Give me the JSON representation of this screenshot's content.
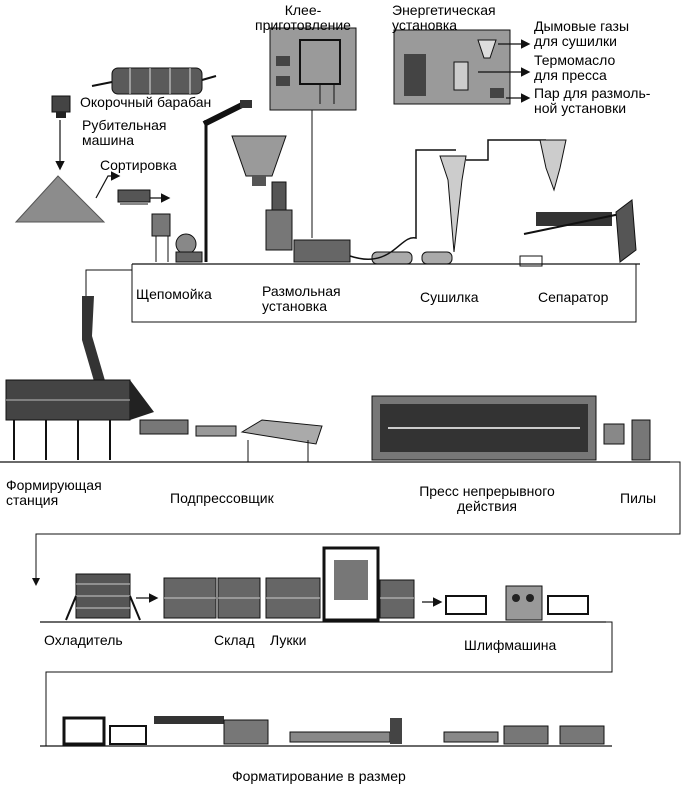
{
  "labels": {
    "klee": "Клее-\nприготовление",
    "energy": "Энергетическая\nустановка",
    "smoke": "Дымовые газы\nдля сушилки",
    "thermo": "Термомасло\nдля пресса",
    "steam": "Пар для размоль-\nной установки",
    "debark": "Окорочный барабан",
    "chipper": "Рубительная\nмашина",
    "sorting": "Сортировка",
    "washer": "Щепомойка",
    "refiner": "Размольная\nустановка",
    "dryer": "Сушилка",
    "separator": "Сепаратор",
    "forming": "Формирующая\nстанция",
    "prepress": "Подпрессовщик",
    "press": "Пресс непрерывного\nдействия",
    "saws": "Пилы",
    "cooler": "Охладитель",
    "storage": "Склад",
    "hatches": "Лукки",
    "sander": "Шлифмашина",
    "sizing": "Форматирование в размер"
  },
  "colors": {
    "ink": "#111111",
    "mid": "#6a6a6a",
    "light": "#b9b9b9",
    "pile": "#8c8c8c",
    "panel": "#9a9a9a"
  }
}
